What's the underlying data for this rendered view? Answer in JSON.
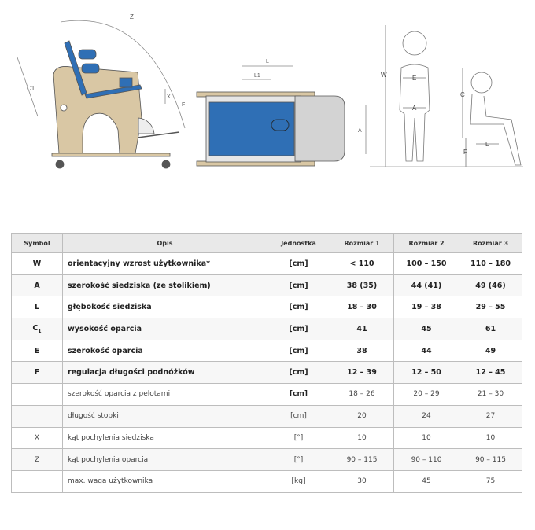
{
  "drawings": {
    "side_view_labels": {
      "z": "Z",
      "c1": "C1",
      "x": "X",
      "f": "F"
    },
    "top_view_labels": {
      "l": "L",
      "l1": "L1",
      "a": "A"
    },
    "child_labels": {
      "w": "W",
      "e": "E",
      "a": "A",
      "c": "C",
      "f": "F",
      "l": "L"
    },
    "colors": {
      "wood": "#d9c7a4",
      "blue": "#2f6fb5",
      "grey": "#d3d3d3",
      "line": "#555555"
    }
  },
  "table": {
    "headers": [
      "Symbol",
      "Opis",
      "Jednostka",
      "Rozmiar 1",
      "Rozmiar 2",
      "Rozmiar 3"
    ],
    "rows": [
      {
        "symbol": "W",
        "opis": "orientacyjny wzrost użytkownika*",
        "unit": "[cm]",
        "r1": "< 110",
        "r2": "100 – 150",
        "r3": "110 – 180"
      },
      {
        "symbol": "A",
        "opis": "szerokość siedziska (ze stolikiem)",
        "unit": "[cm]",
        "r1": "38 (35)",
        "r2": "44 (41)",
        "r3": "49 (46)"
      },
      {
        "symbol": "L",
        "opis": "głębokość siedziska",
        "unit": "[cm]",
        "r1": "18 – 30",
        "r2": "19 – 38",
        "r3": "29 – 55"
      },
      {
        "symbol": "C",
        "symbol_sub": "1",
        "opis": "wysokość oparcia",
        "unit": "[cm]",
        "r1": "41",
        "r2": "45",
        "r3": "61"
      },
      {
        "symbol": "E",
        "opis": "szerokość oparcia",
        "unit": "[cm]",
        "r1": "38",
        "r2": "44",
        "r3": "49"
      },
      {
        "symbol": "F",
        "opis": "regulacja długości podnóżków",
        "unit": "[cm]",
        "r1": "12 – 39",
        "r2": "12 – 50",
        "r3": "12 – 45"
      },
      {
        "symbol": "",
        "opis": "szerokość oparcia z pelotami",
        "unit": "[cm]",
        "r1": "18 – 26",
        "r2": "20 – 29",
        "r3": "21 – 30"
      },
      {
        "symbol": "",
        "opis": "długość stopki",
        "unit": "[cm]",
        "r1": "20",
        "r2": "24",
        "r3": "27"
      },
      {
        "symbol": "X",
        "opis": "kąt pochylenia siedziska",
        "unit": "[°]",
        "r1": "10",
        "r2": "10",
        "r3": "10"
      },
      {
        "symbol": "Z",
        "opis": "kąt pochylenia oparcia",
        "unit": "[°]",
        "r1": "90 – 115",
        "r2": "90 – 110",
        "r3": "90 – 115"
      },
      {
        "symbol": "",
        "opis": "max. waga użytkownika",
        "unit": "[kg]",
        "r1": "30",
        "r2": "45",
        "r3": "75"
      }
    ]
  }
}
